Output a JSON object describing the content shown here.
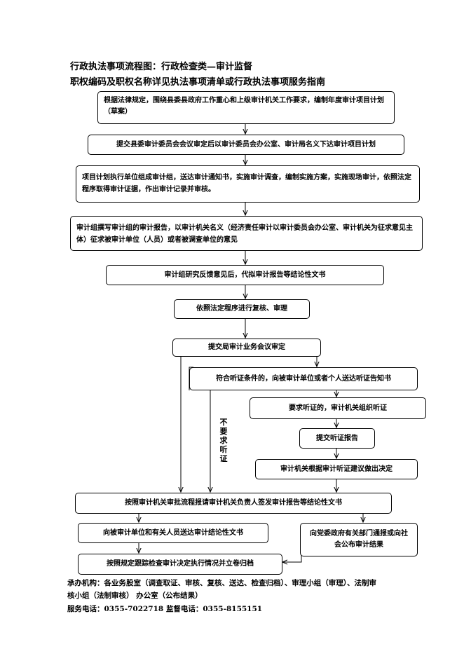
{
  "header": {
    "line1": "行政执法事项流程图：行政检查类—审计监督",
    "line2": "职权编码及职权名称详见执法事项清单或行政执法事项服务指南"
  },
  "steps": {
    "s1": "根据法律规定，围绕县委县政府工作重心和上级审计机关工作要求，编制年度审计项目计划（草案）",
    "s2": "提交县委审计委员会会议审定后以审计委员会办公室、审计局名义下达审计项目计划",
    "s3": "项目计划执行单位组成审计组，送达审计通知书，实施审计调查，编制实施方案，实施现场审计，依照法定程序取得审计证据，作出审计记录并审核。",
    "s4": "审计组撰写审计组的审计报告，以审计机关名义（经济责任审计以审计委员会办公室、审计机关为征求意见主体）征求被审计单位（人员）或者被调查单位的意见",
    "s5": "审计组研究反馈意见后，代拟审计报告等结论性文书",
    "s6": "依照法定程序进行复核、审理",
    "s7": "提交局审计业务会议审定",
    "s8": "符合听证条件的，向被审计单位或者个人送达听证告知书",
    "s9": "要求听证的，审计机关组织听证",
    "s10": "提交听证报告",
    "s11": "审计机关根据审计听证建议做出决定",
    "s12": "按照审计机关审批流程报请审计机关负责人签发审计报告等结论性文书",
    "s13": "向被审计单位和有关人员送达审计结论性文书",
    "s14": "向党委政府有关部门通报或向社会公布审计结果",
    "s15": "按照规定跟踪检查审计决定执行情况并立卷归档",
    "no_hearing": "不要求听证"
  },
  "footer": {
    "org_line1": "承办机构：各业务股室（调查取证、审核、复核、送达、检查归档）、审理小组（审理）、法制审",
    "org_line2": "核小组（法制审核）    办公室（公布结果）",
    "phones": "服务电话：0355-7022718    监督电话：0355-8155151"
  }
}
